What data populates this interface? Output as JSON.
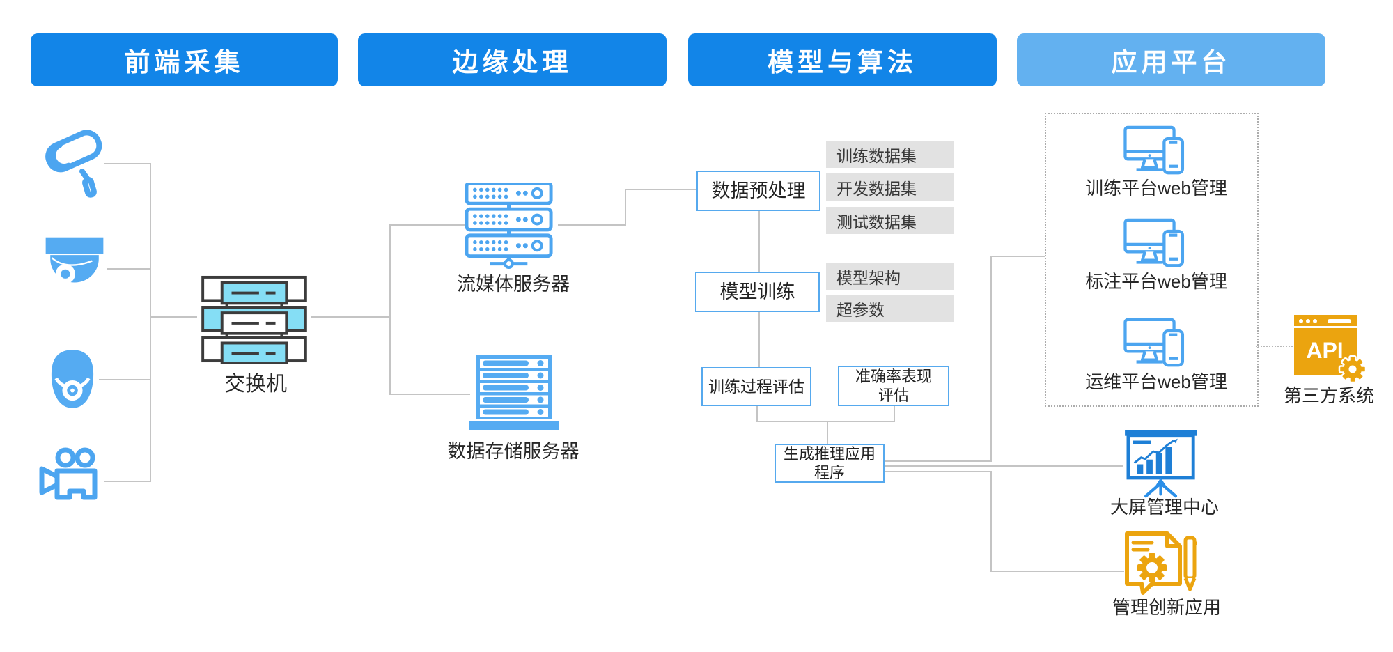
{
  "colors": {
    "header_blue": "#1285E8",
    "header_blue_light": "#63B1F0",
    "icon_blue_outline": "#4CA5F0",
    "icon_blue_solid": "#55ABF2",
    "deep_blue": "#1E7FD6",
    "box_border_blue": "#56A9EE",
    "gray_box_bg": "#E2E2E2",
    "connector_gray": "#C4C4C4",
    "orange": "#EBA40F",
    "switch_cyan": "#85DEF5"
  },
  "headers": [
    {
      "label": "前端采集"
    },
    {
      "label": "边缘处理"
    },
    {
      "label": "模型与算法"
    },
    {
      "label": "应用平台"
    }
  ],
  "frontend": {
    "switch_label": "交换机",
    "camera_icons": [
      "bullet-camera",
      "dome-camera",
      "ptz-camera",
      "video-camera"
    ]
  },
  "edge": {
    "streaming_server": "流媒体服务器",
    "storage_server": "数据存储服务器"
  },
  "model": {
    "preprocess": "数据预处理",
    "datasets": [
      "训练数据集",
      "开发数据集",
      "测试数据集"
    ],
    "training": "模型训练",
    "training_inputs": [
      "模型架构",
      "超参数"
    ],
    "eval_process": "训练过程评估",
    "eval_accuracy": [
      "准确率表现",
      "评估"
    ],
    "generate_app": [
      "生成推理应用",
      "程序"
    ]
  },
  "platform": {
    "web_items": [
      "训练平台web管理",
      "标注平台web管理",
      "运维平台web管理"
    ],
    "api_text": "API",
    "third_party": "第三方系统",
    "bigscreen": "大屏管理中心",
    "innovation": "管理创新应用"
  }
}
